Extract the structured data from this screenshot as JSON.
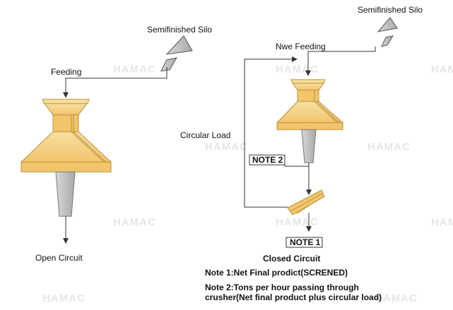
{
  "open_circuit": {
    "silo_label": "Semifinished Silo",
    "feed_label": "Feeding",
    "caption": "Open Circuit"
  },
  "closed_circuit": {
    "silo_label": "Semifinished Silo",
    "feed_label": "Nwe Feeding",
    "recycle_label": "Circular Load",
    "note2_tag": "NOTE 2",
    "note1_tag": "NOTE 1",
    "caption": "Closed Circuit"
  },
  "notes": {
    "note1": "Note 1:Net Final prodict(SCRENED)",
    "note2_line1": "Note 2:Tons per hour passing through",
    "note2_line2": "crusher(Net final product plus circular load)"
  },
  "watermark": "HAMAC",
  "colors": {
    "crusher_fill": "#f2c56b",
    "crusher_light": "#f8dfa0",
    "crusher_edge": "#b8913d",
    "steel_fill": "#c8c8c8",
    "line": "#333333"
  }
}
